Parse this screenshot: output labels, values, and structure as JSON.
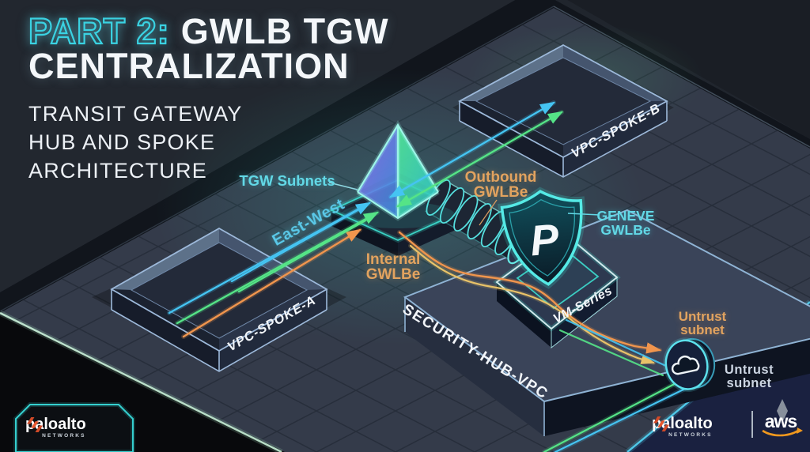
{
  "header": {
    "title_accent": "PART 2:",
    "title_main": "GWLB TGW",
    "title_line2": "CENTRALIZATION",
    "subtitle": [
      "TRANSIT GATEWAY",
      "HUB AND SPOKE",
      "ARCHITECTURE"
    ]
  },
  "diagram": {
    "vpc_spoke_a_label": "VPC-SPOKE-A",
    "vpc_spoke_b_label": "VPC-SPOKE-B",
    "security_hub_label": "SECURITY-HUB-VPC",
    "vm_series_label": "VM-Series",
    "tgw_subnets_label": "TGW Subnets",
    "east_west_label": "East-West",
    "outbound_gwlbe": {
      "line1": "Outbound",
      "line2": "GWLBe"
    },
    "internal_gwlbe": {
      "line1": "Internal",
      "line2": "GWLBe"
    },
    "geneve_gwlbe": {
      "line1": "GENEVE",
      "line2": "GWLBe"
    },
    "untrust_subnet": {
      "line1": "Untrust",
      "line2": "subnet"
    },
    "firewall_glyph": "P"
  },
  "branding": {
    "paloalto_wordmark": "paloalto",
    "paloalto_networks": "NETWORKS",
    "aws_wordmark": "aws"
  },
  "colors": {
    "accent_teal": "#3ad2e2",
    "label_teal": "#62d8e6",
    "label_orange": "#e2a35f",
    "flow_cyan": "#45c4f2",
    "flow_green": "#55e487",
    "flow_orange": "#f0954d",
    "flow_amber": "#e8c268",
    "panel_navy": "#1a2140",
    "brand_orange": "#e8582f",
    "aws_orange": "#f0981e"
  }
}
